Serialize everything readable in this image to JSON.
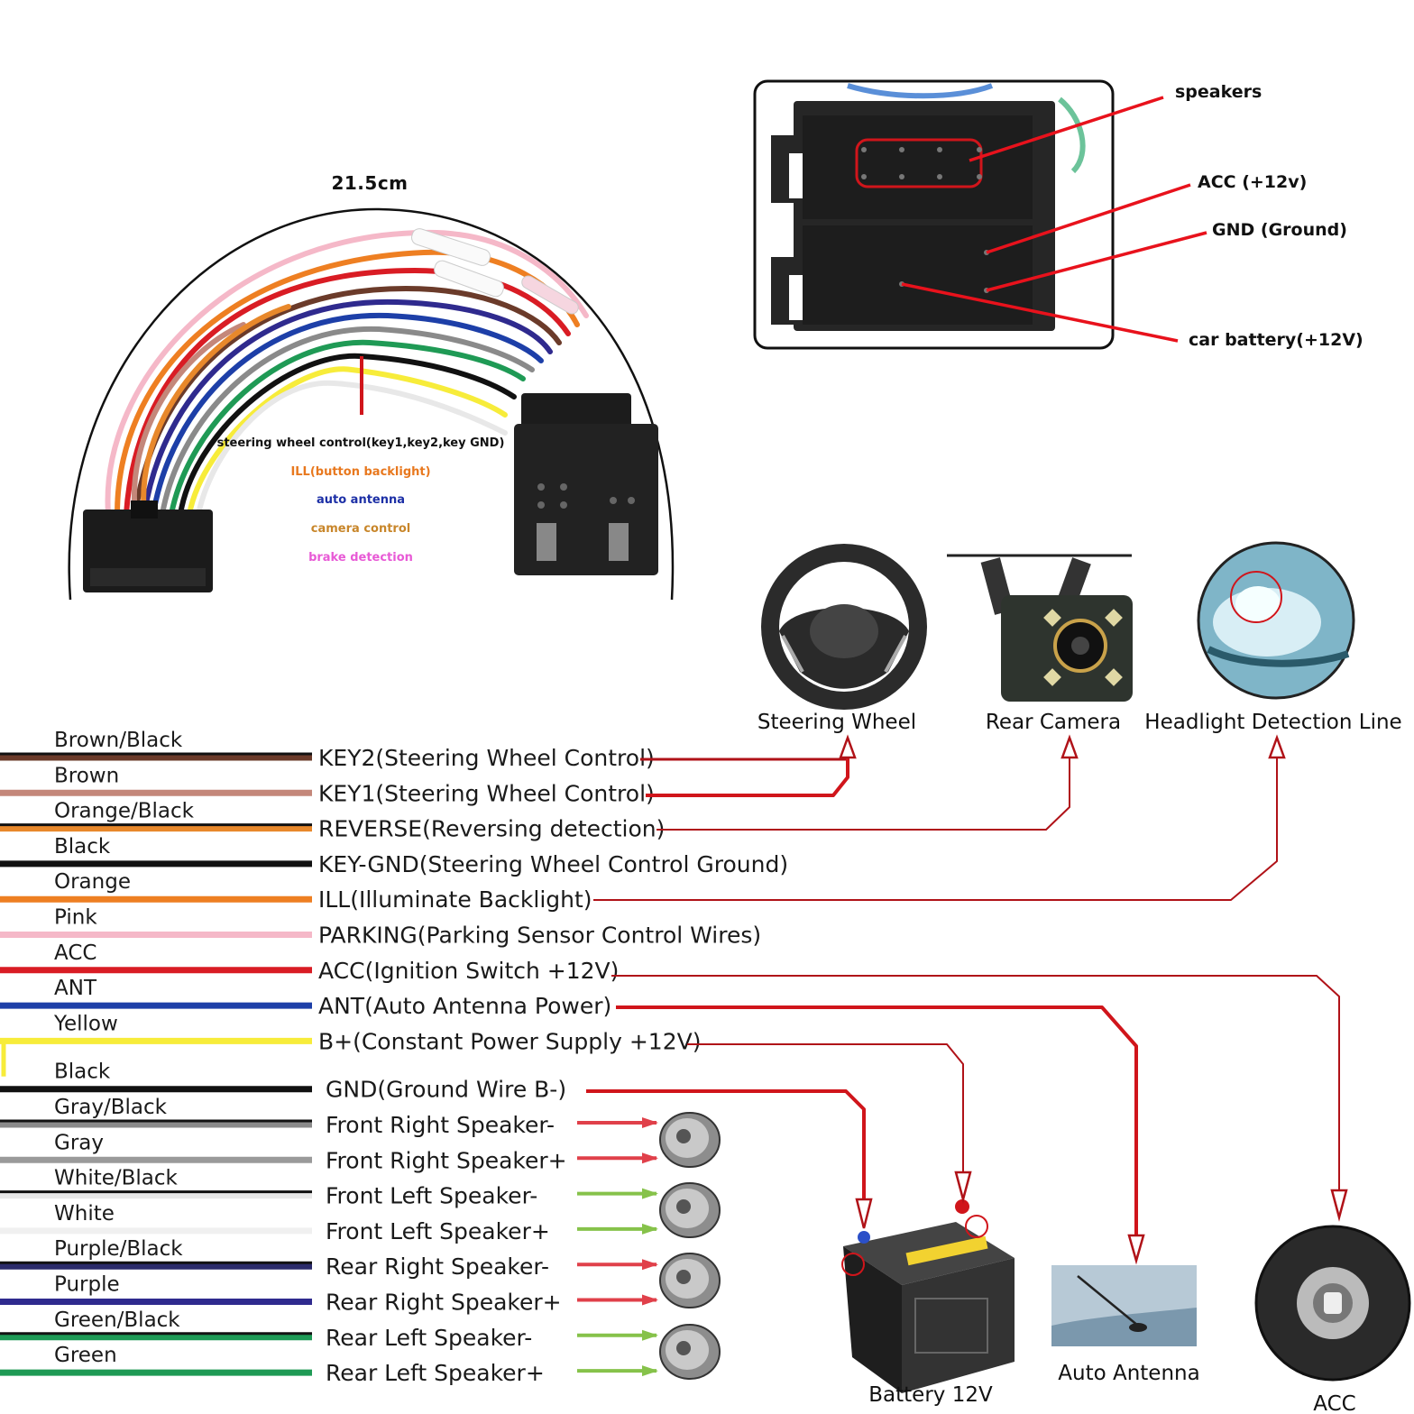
{
  "harness": {
    "length": "21.5cm",
    "notes": [
      {
        "text": "steering wheel control(key1,key2,key GND)",
        "color": "#111111"
      },
      {
        "text": "ILL(button backlight)",
        "color": "#e8781e"
      },
      {
        "text": "auto antenna",
        "color": "#1c2fa6"
      },
      {
        "text": "camera control",
        "color": "#c8862a"
      },
      {
        "text": "brake detection",
        "color": "#e85ad6"
      }
    ]
  },
  "connector": {
    "labels": [
      "speakers",
      "ACC (+12v)",
      "GND (Ground)",
      "car battery(+12V)"
    ]
  },
  "devices": {
    "steering_wheel": "Steering Wheel",
    "rear_camera": "Rear Camera",
    "headlight": "Headlight Detection Line",
    "battery": "Battery 12V",
    "antenna": "Auto Antenna",
    "acc": "ACC"
  },
  "wires": [
    {
      "color_name": "Brown/Black",
      "function": "KEY2(Steering Wheel Control)",
      "main": "#6b3b2a",
      "stripe": "#111111"
    },
    {
      "color_name": "Brown",
      "function": "KEY1(Steering Wheel Control)",
      "main": "#c4877a",
      "stripe": ""
    },
    {
      "color_name": "Orange/Black",
      "function": "REVERSE(Reversing detection)",
      "main": "#e8882b",
      "stripe": "#111111"
    },
    {
      "color_name": "Black",
      "function": "KEY-GND(Steering Wheel Control Ground)",
      "main": "#111111",
      "stripe": ""
    },
    {
      "color_name": "Orange",
      "function": "ILL(Illuminate Backlight)",
      "main": "#ee7f22",
      "stripe": ""
    },
    {
      "color_name": "Pink",
      "function": "PARKING(Parking Sensor Control Wires)",
      "main": "#f5b8c8",
      "stripe": ""
    },
    {
      "color_name": "ACC",
      "function": "ACC(Ignition Switch +12V)",
      "main": "#d91c24",
      "stripe": ""
    },
    {
      "color_name": "ANT",
      "function": "ANT(Auto Antenna Power)",
      "main": "#1d3fa8",
      "stripe": ""
    },
    {
      "color_name": "Yellow",
      "function": "B+(Constant Power Supply +12V)",
      "main": "#f7ec3a",
      "stripe": ""
    },
    {
      "color_name": "Black",
      "function": "GND(Ground Wire B-)",
      "main": "#111111",
      "stripe": ""
    },
    {
      "color_name": "Gray/Black",
      "function": "Front Right Speaker-",
      "main": "#8a8a8a",
      "stripe": "#111111"
    },
    {
      "color_name": "Gray",
      "function": "Front Right Speaker+",
      "main": "#9a9a9a",
      "stripe": ""
    },
    {
      "color_name": "White/Black",
      "function": "Front Left Speaker-",
      "main": "#e8e8e8",
      "stripe": "#111111"
    },
    {
      "color_name": "White",
      "function": "Front Left Speaker+",
      "main": "#f0f0f0",
      "stripe": ""
    },
    {
      "color_name": "Purple/Black",
      "function": "Rear Right Speaker-",
      "main": "#2a2a6a",
      "stripe": "#111111"
    },
    {
      "color_name": "Purple",
      "function": "Rear Right Speaker+",
      "main": "#2f2a8e",
      "stripe": ""
    },
    {
      "color_name": "Green/Black",
      "function": "Rear Left Speaker-",
      "main": "#1e9a56",
      "stripe": "#111111"
    },
    {
      "color_name": "Green",
      "function": "Rear Left Speaker+",
      "main": "#1f9a55",
      "stripe": ""
    }
  ],
  "colors": {
    "accent_red": "#d0151b",
    "arrow_green": "#86c24a",
    "arrow_red": "#e0404a"
  }
}
